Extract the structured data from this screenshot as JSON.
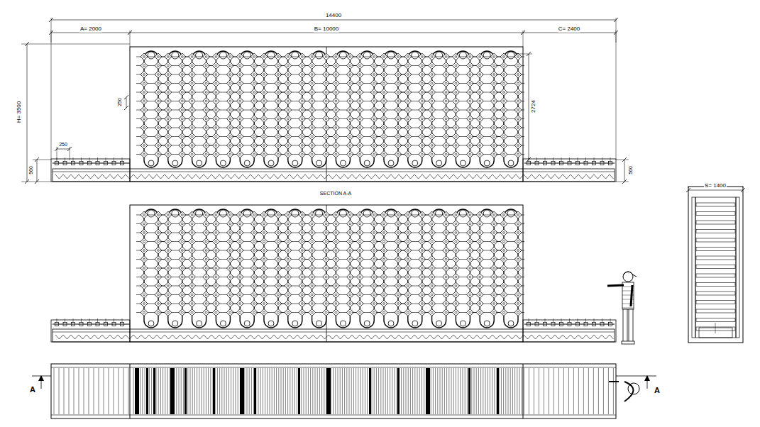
{
  "diagram": {
    "labels": [
      "14400",
      "A= 2000",
      "B= 10000",
      "C= 2400",
      "H= 3500",
      "250",
      "2724",
      "250",
      "560",
      "560",
      "SECTION A-A",
      "S= 1400",
      "A",
      "A"
    ]
  }
}
